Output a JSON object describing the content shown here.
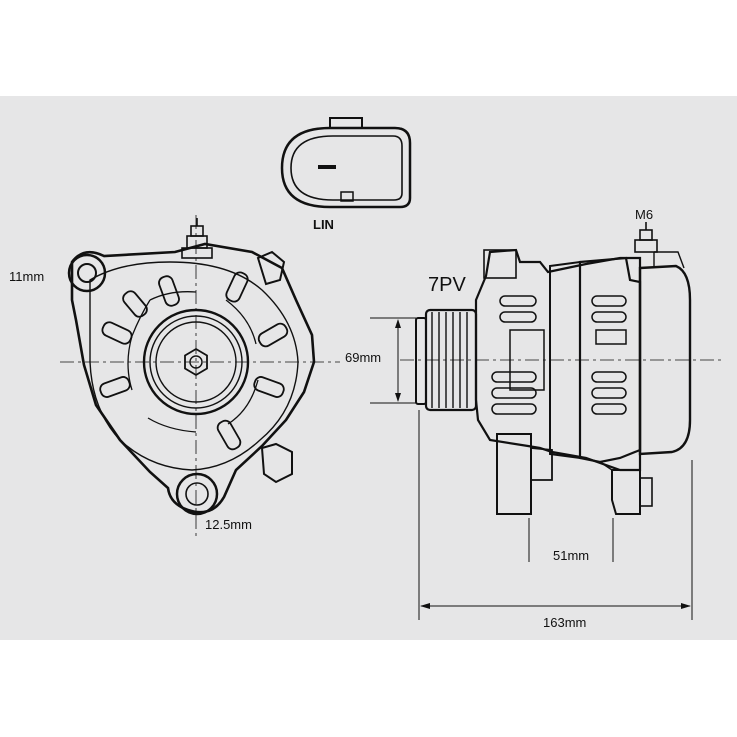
{
  "labels": {
    "connector": "LIN",
    "stud": "M6",
    "pulley": "7PV",
    "pulley_diameter": "69mm",
    "mount_top": "11mm",
    "mount_bottom": "12.5mm",
    "rear_length": "51mm",
    "total_length": "163mm"
  },
  "colors": {
    "background": "#e6e6e7",
    "line": "#111111"
  }
}
